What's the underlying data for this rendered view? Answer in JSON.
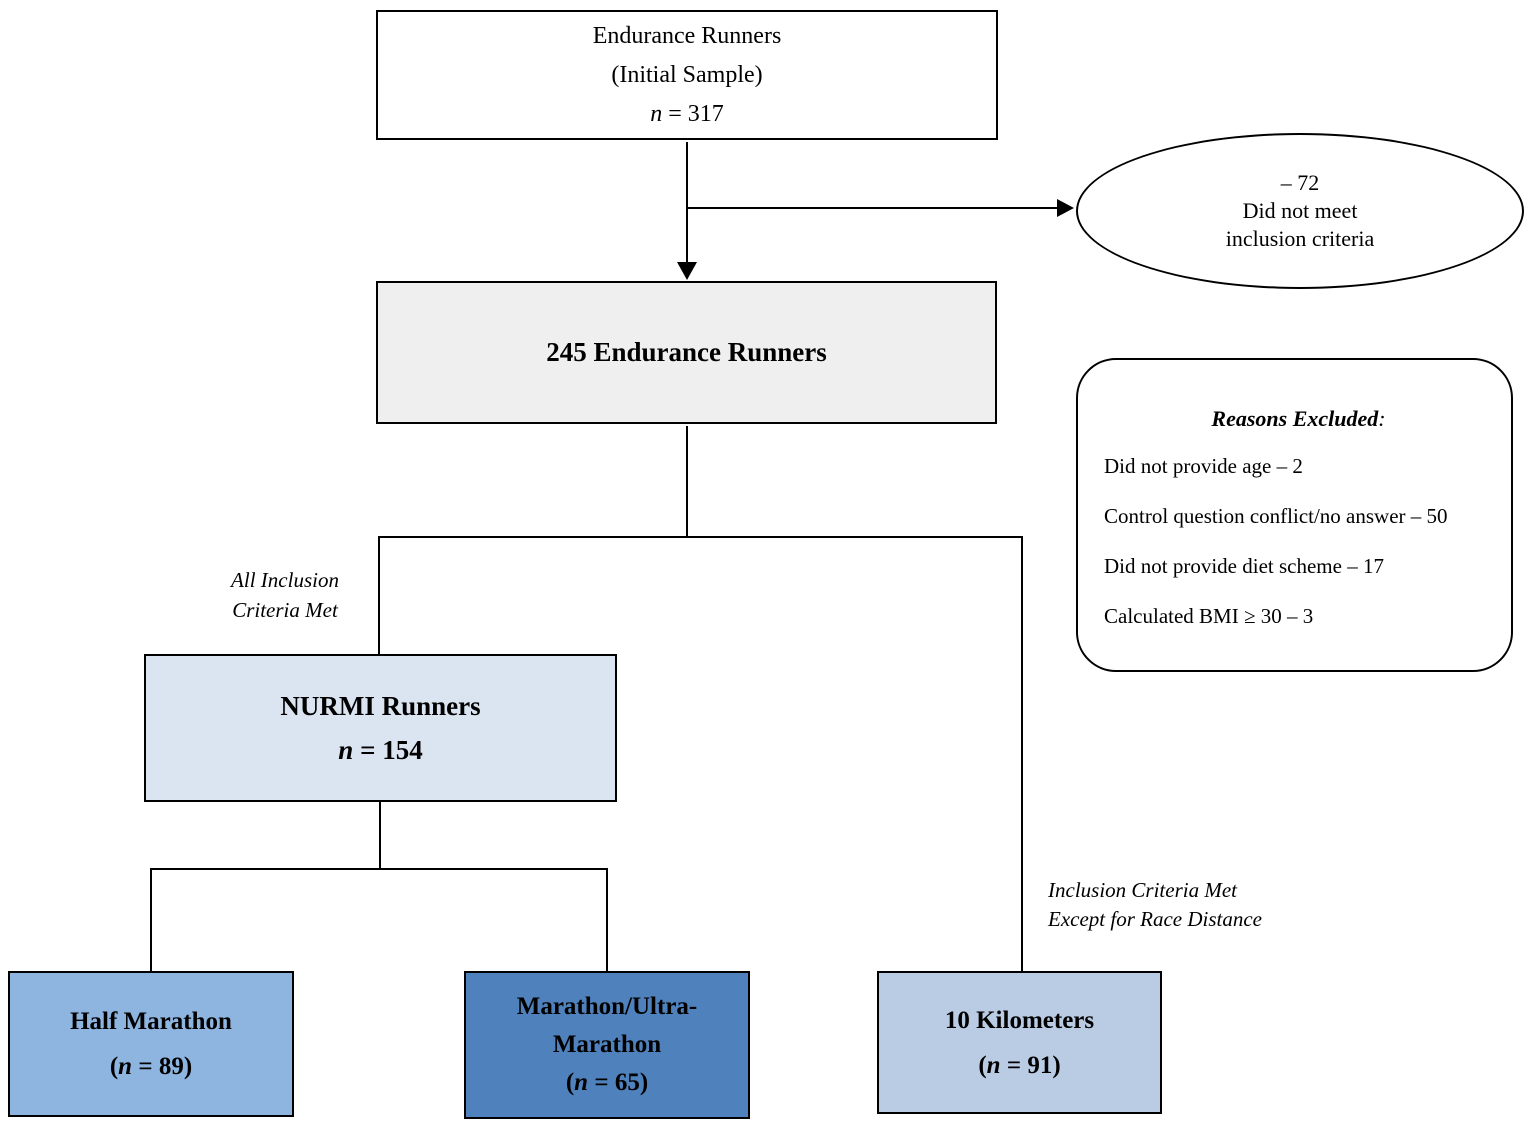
{
  "diagram": {
    "initial_box": {
      "line1": "Endurance Runners",
      "line2": "(Initial Sample)",
      "n_symbol": "n",
      "n_rest": " = 317"
    },
    "excluded_ellipse": {
      "line1": "– 72",
      "line2": "Did not meet",
      "line3": "inclusion criteria"
    },
    "endurance_245_box": {
      "label": "245 Endurance Runners"
    },
    "reasons_box": {
      "title": "Reasons Excluded",
      "colon": ":",
      "items": [
        "Did not provide age – 2",
        "Control question conflict/no answer – 50",
        "Did not provide diet scheme – 17",
        "Calculated BMI ≥ 30 – 3"
      ]
    },
    "all_inclusion_label": {
      "line1": "All Inclusion",
      "line2": "Criteria Met"
    },
    "nurmi_box": {
      "title": "NURMI Runners",
      "n_symbol": "n",
      "n_rest": " = 154"
    },
    "inclusion_except_label": {
      "line1": "Inclusion Criteria Met",
      "line2": "Except for Race Distance"
    },
    "half_marathon_box": {
      "title": "Half Marathon",
      "paren_open": "(",
      "n_symbol": "n",
      "n_rest": " = 89)"
    },
    "marathon_box": {
      "title_line1": "Marathon/Ultra-",
      "title_line2": "Marathon",
      "paren_open": "(",
      "n_symbol": "n",
      "n_rest": " = 65)"
    },
    "ten_km_box": {
      "title": "10 Kilometers",
      "paren_open": "(",
      "n_symbol": "n",
      "n_rest": " = 91)"
    }
  },
  "colors": {
    "box_border": "#000000",
    "endurance_245_fill": "#efefef",
    "nurmi_fill": "#dbe5f1",
    "half_marathon_fill": "#8eb4e0",
    "marathon_fill": "#4f81bd",
    "ten_km_fill": "#b9cce3",
    "text": "#000000"
  }
}
